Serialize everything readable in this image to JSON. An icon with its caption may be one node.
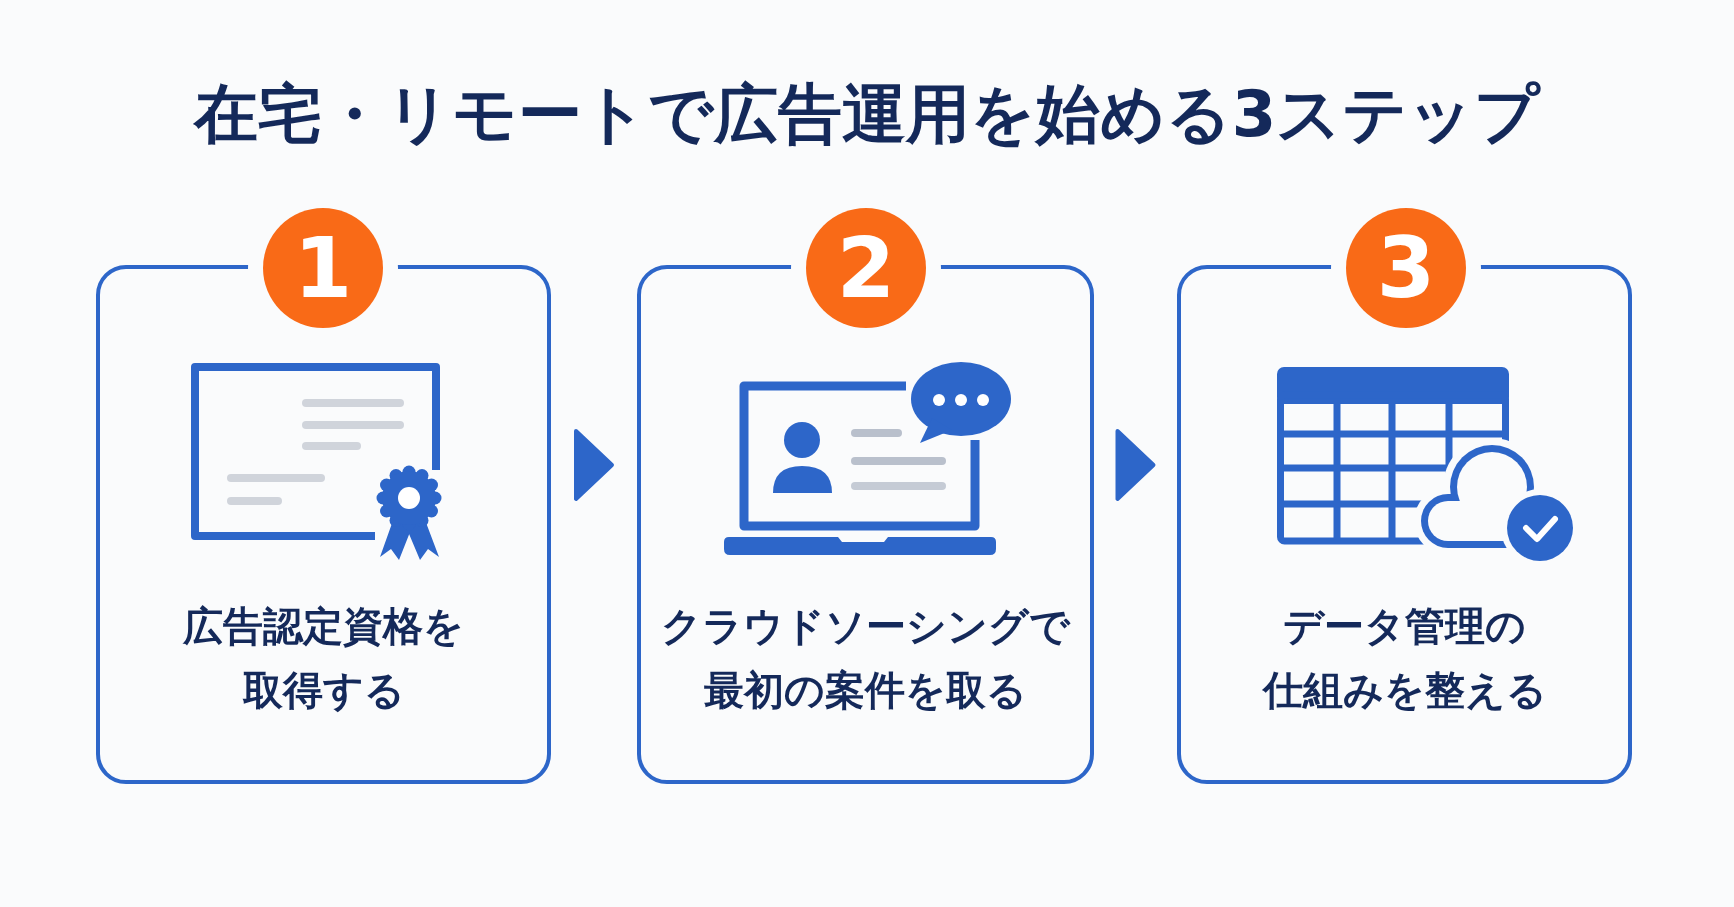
{
  "diagram": {
    "title": "在宅・リモートで広告運用を始める3ステップ",
    "nodes": [
      {
        "text": [
          "1"
        ]
      },
      {
        "text": [
          "広告認定資格を取得する"
        ]
      },
      {
        "text": [
          "2"
        ]
      },
      {
        "text": [
          "クラウドソーシングで最初の案件を取る"
        ]
      },
      {
        "text": [
          "3"
        ]
      },
      {
        "text": [
          "データ管理の仕組みを整える"
        ]
      }
    ],
    "edges": [
      {
        "from": 1,
        "to": 3,
        "arrow": "to"
      },
      {
        "from": 3,
        "to": 5,
        "arrow": "to"
      }
    ]
  }
}
